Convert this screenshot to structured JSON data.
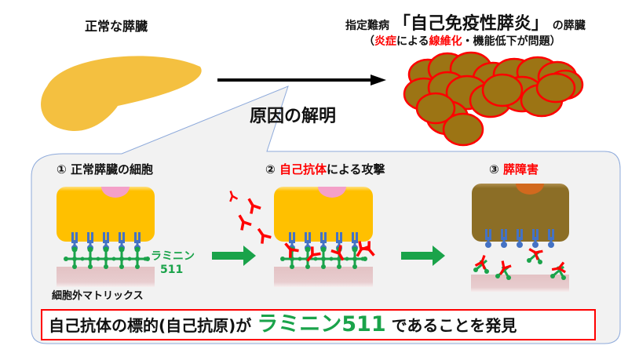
{
  "top": {
    "normal_label": "正常な膵臓",
    "disease_prefix": "指定難病",
    "disease_name": "「自己免疫性膵炎」",
    "disease_suffix": "の膵臓",
    "subtitle_open": "（",
    "subtitle_red1": "炎症",
    "subtitle_mid1": "による",
    "subtitle_red2": "線維化",
    "subtitle_rest": "・機能低下が問題）",
    "cause_label": "原因の解明"
  },
  "steps": [
    {
      "num": "①",
      "label": "正常膵臓の細胞",
      "label_color": "#111111"
    },
    {
      "num": "②",
      "label_red": "自己抗体",
      "label_rest": "による攻撃"
    },
    {
      "num": "③",
      "label": "膵障害",
      "label_color": "#ff0000"
    }
  ],
  "annotations": {
    "laminin_line1": "ラミニン",
    "laminin_line2": "511",
    "ecm": "細胞外マトリックス"
  },
  "conclusion": {
    "part1": "自己抗体の標的(自己抗原)が",
    "highlight": "ラミニン511",
    "part2": "であることを発見"
  },
  "colors": {
    "normal_pancreas": "#f4c040",
    "diseased_lobe": "#9c7414",
    "diseased_outline": "#ff0000",
    "cell_normal": "#ffc000",
    "cell_damaged": "#8c6e26",
    "nucleus_normal": "#f4a0c8",
    "nucleus_damaged": "#d2691e",
    "receptor": "#4472c4",
    "laminin": "#1aa34a",
    "antibody": "#ff0000",
    "ecm": "#e8c8c8",
    "panel_bg": "#f2f2f2",
    "panel_border": "#8eaadb"
  }
}
